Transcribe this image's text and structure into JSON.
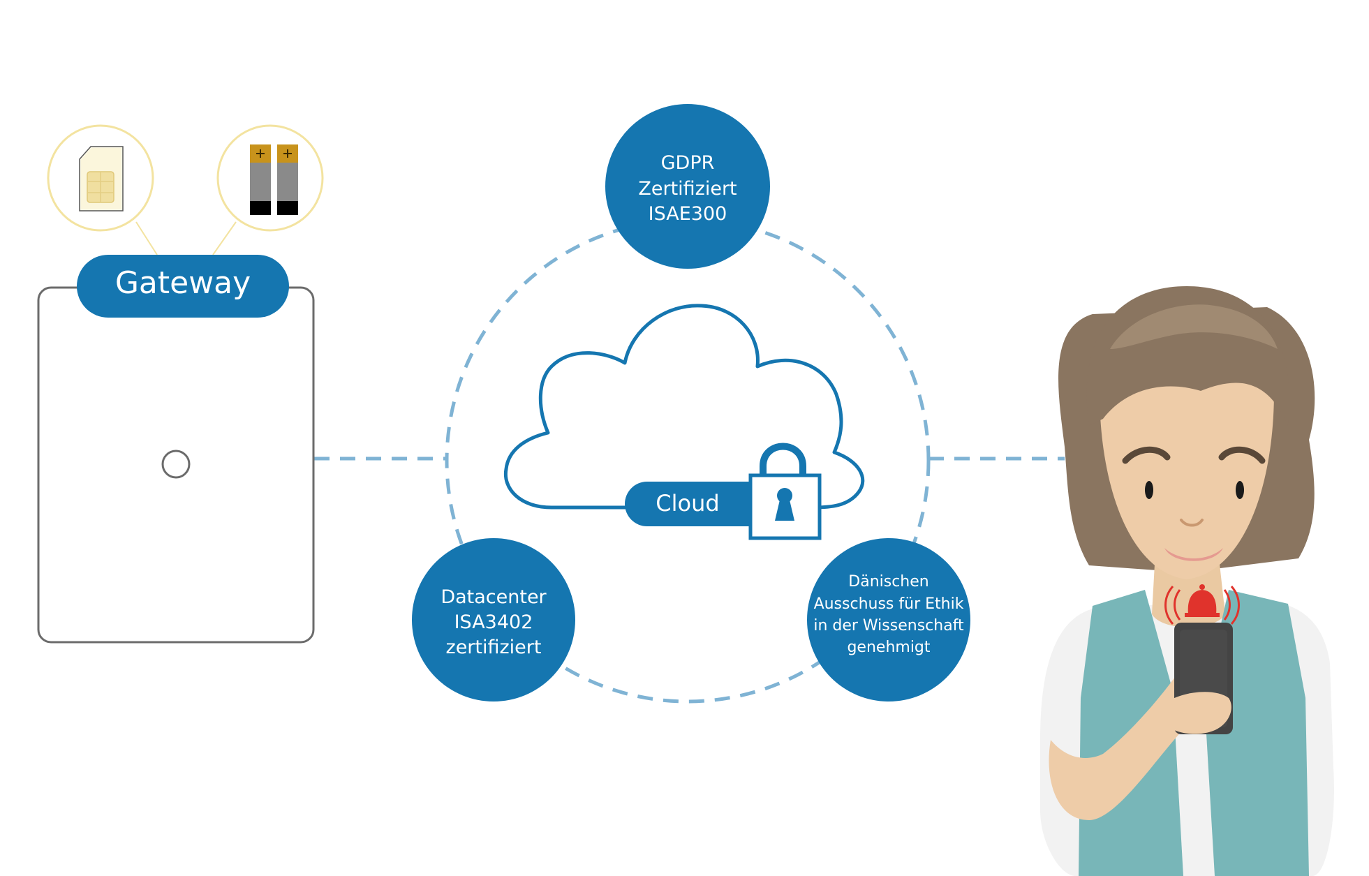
{
  "gateway": {
    "label": "Gateway",
    "accessory_icons": [
      "sim-card-icon",
      "batteries-icon"
    ]
  },
  "cloud": {
    "label": "Cloud",
    "icon": "lock-icon"
  },
  "badges": {
    "gdpr": {
      "lines": [
        "GDPR",
        "Zertifiziert",
        "ISAE300"
      ]
    },
    "datacenter": {
      "lines": [
        "Datacenter",
        "ISA3402",
        "zertifiziert"
      ]
    },
    "ethics": {
      "lines": [
        "Dänischen",
        "Ausschuss für Ethik",
        "in der Wissenschaft",
        "genehmigt"
      ]
    }
  },
  "user": {
    "illustration": "woman-with-phone",
    "alert_icon": "alarm-bell-icon"
  },
  "colors": {
    "primary_blue": "#1576b0",
    "dashed_line": "#7fb3d4",
    "accessory_ring": "#f3e3a0",
    "gateway_border": "#6b6b6b",
    "alert_red": "#e0332c",
    "vest_teal": "#78b6b8"
  }
}
